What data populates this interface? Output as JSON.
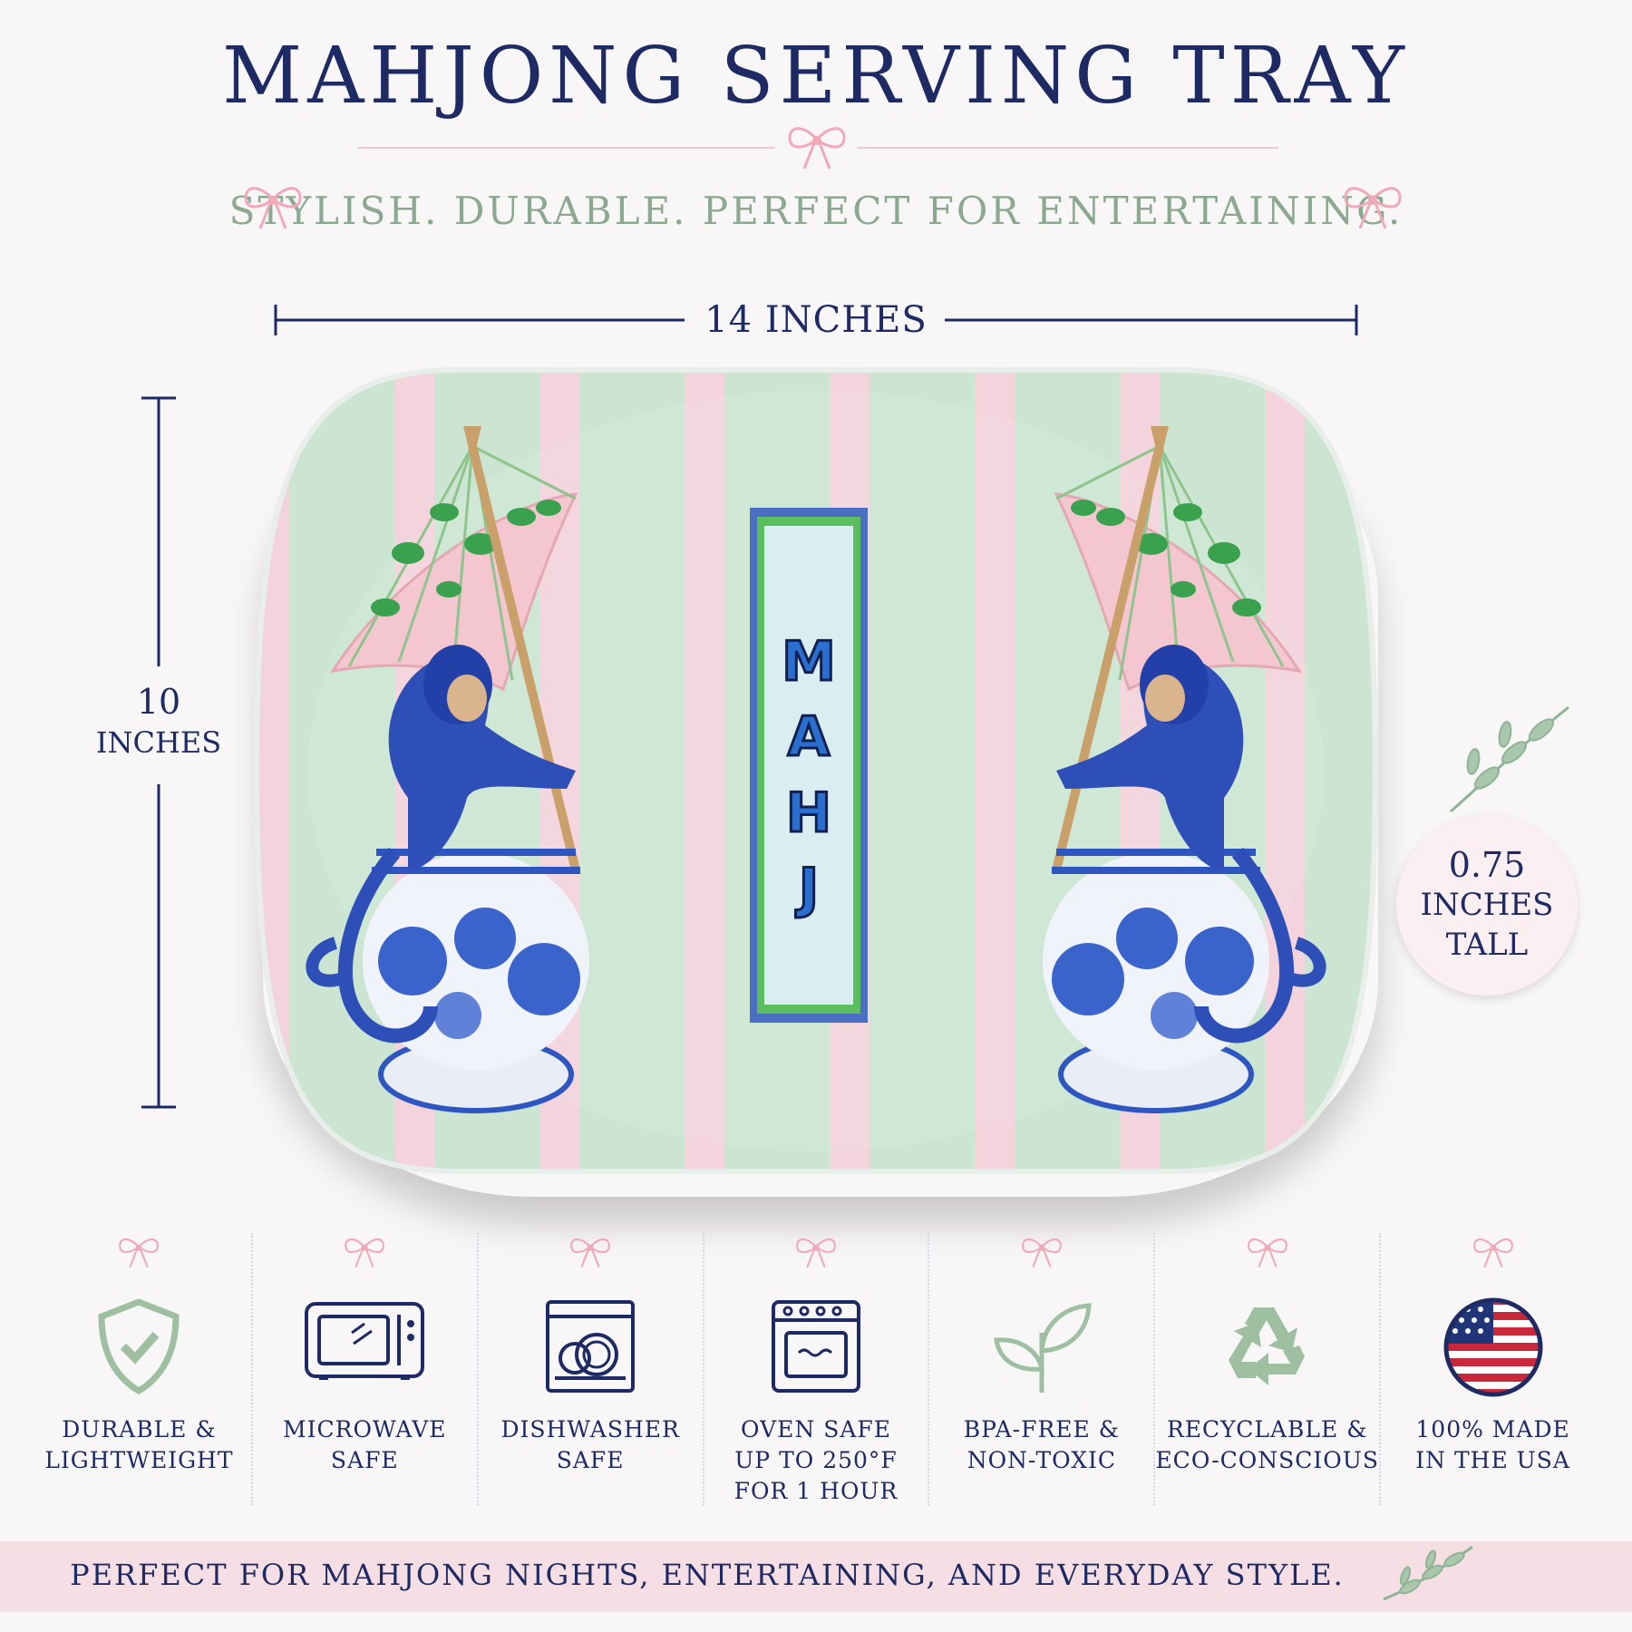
{
  "header": {
    "title": "MAHJONG SERVING TRAY",
    "subtitle": "STYLISH. DURABLE. PERFECT FOR ENTERTAINING."
  },
  "dimensions": {
    "width_label": "14 INCHES",
    "height_number": "10",
    "height_unit": "INCHES",
    "depth_line1": "0.75",
    "depth_line2": "INCHES",
    "depth_line3": "TALL"
  },
  "tray": {
    "banner_letters": [
      "M",
      "A",
      "H",
      "J"
    ]
  },
  "features": [
    {
      "label": "DURABLE &\nLIGHTWEIGHT",
      "icon": "shield-check-icon"
    },
    {
      "label": "MICROWAVE\nSAFE",
      "icon": "microwave-icon"
    },
    {
      "label": "DISHWASHER\nSAFE",
      "icon": "dishwasher-icon"
    },
    {
      "label": "OVEN SAFE\nUP TO 250°F\nFOR 1 HOUR",
      "icon": "oven-icon"
    },
    {
      "label": "BPA-FREE &\nNON-TOXIC",
      "icon": "leaf-icon"
    },
    {
      "label": "RECYCLABLE &\nECO-CONSCIOUS",
      "icon": "recycle-icon"
    },
    {
      "label": "100% MADE\nIN THE USA",
      "icon": "us-flag-icon"
    }
  ],
  "footer": {
    "text": "PERFECT FOR MAHJONG NIGHTS, ENTERTAINING, AND EVERYDAY STYLE."
  },
  "colors": {
    "navy": "#1e2a63",
    "sage": "#8aa98f",
    "pink": "#f4c6d1",
    "mint": "#cfe6d4",
    "blue": "#2f56c2"
  }
}
